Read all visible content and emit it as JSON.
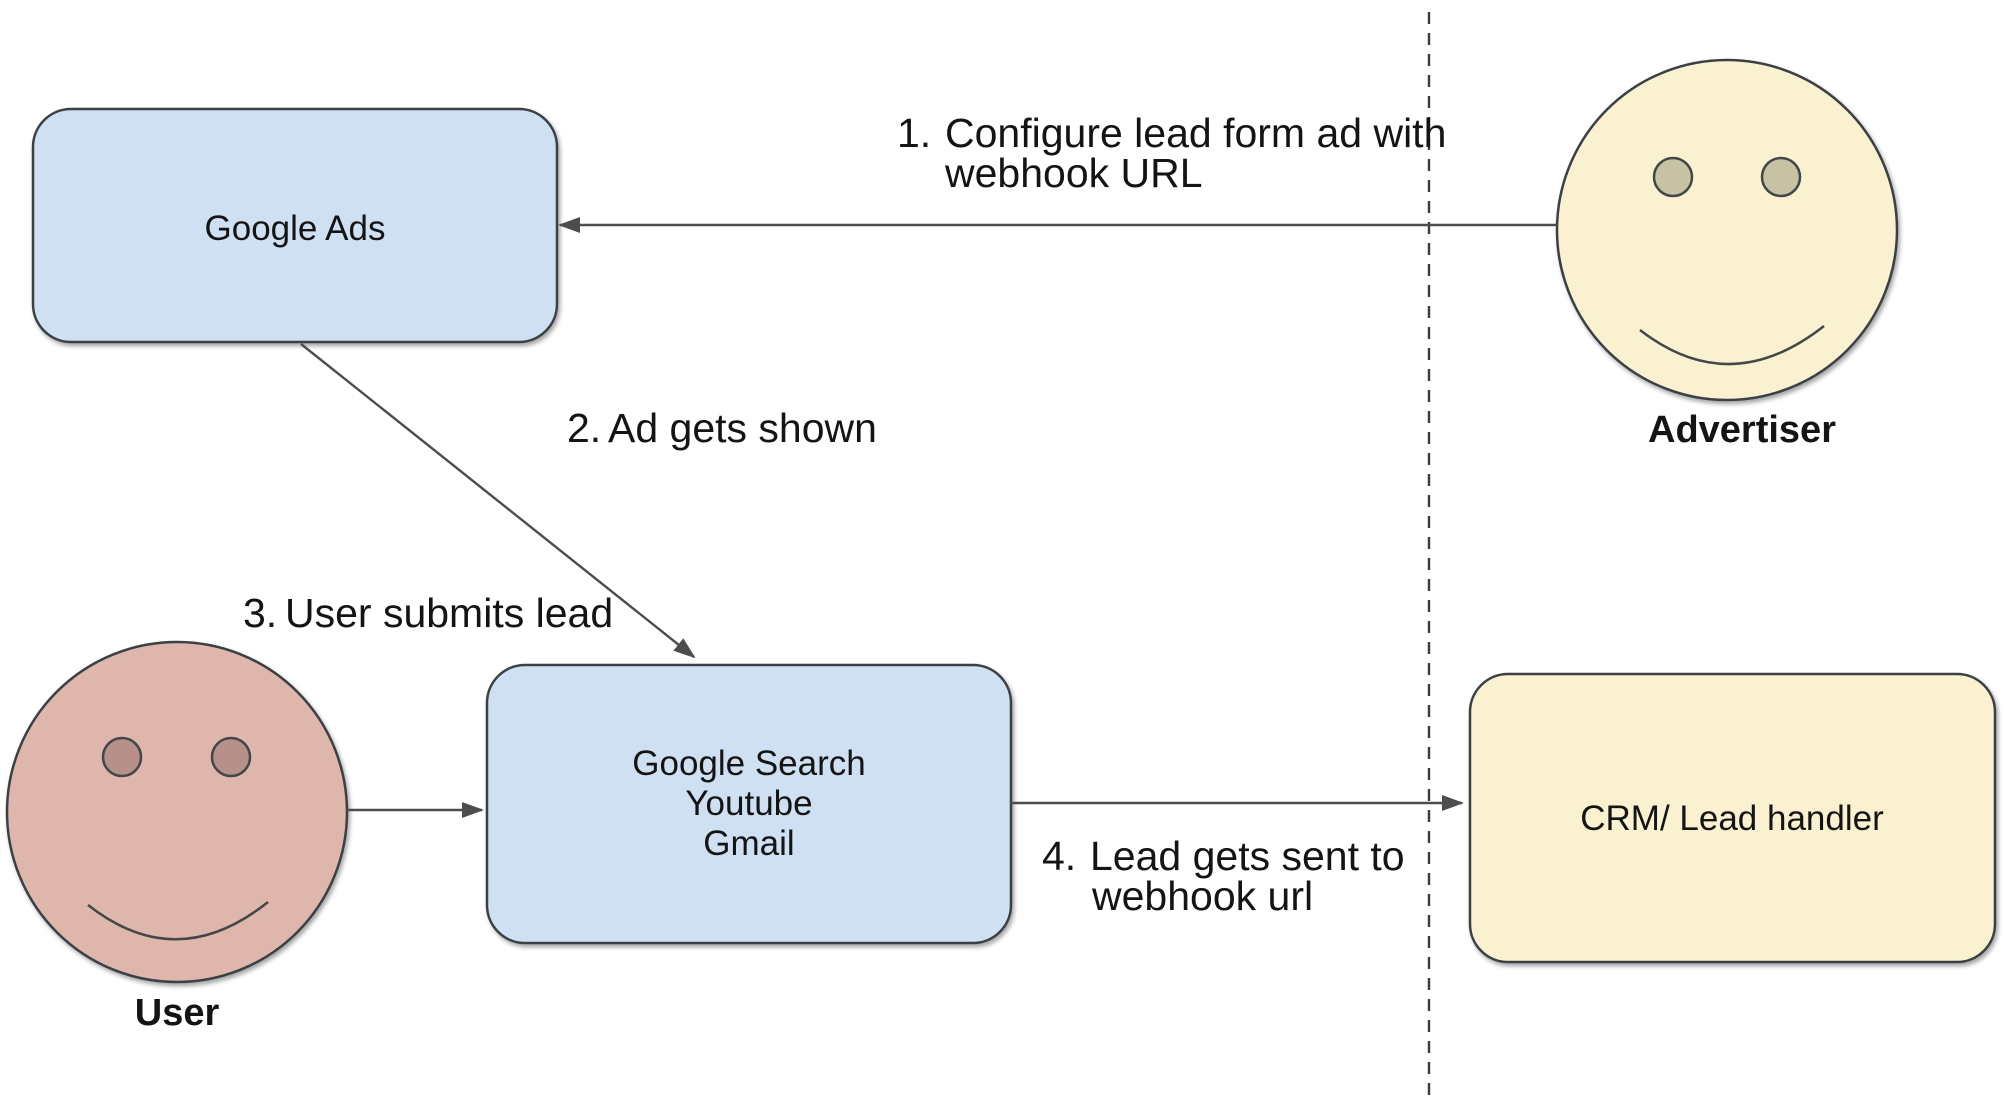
{
  "boxes": {
    "google_ads": {
      "label": "Google Ads",
      "fill": "#cfe0f2"
    },
    "google_surfaces": {
      "line1": "Google Search",
      "line2": "Youtube",
      "line3": "Gmail",
      "fill": "#cfe0f2"
    },
    "crm": {
      "label": "CRM/ Lead handler",
      "fill": "#faf1d1"
    }
  },
  "actors": {
    "advertiser": {
      "label": "Advertiser",
      "face_fill": "#faf1d1",
      "eye_fill": "#c8c2a4"
    },
    "user": {
      "label": "User",
      "face_fill": "#dfb6ab",
      "eye_fill": "#b8908a"
    }
  },
  "steps": {
    "step1": {
      "number": "1.",
      "line1": "Configure lead form ad with",
      "line2": "webhook URL"
    },
    "step2": {
      "number": "2.",
      "text": "Ad gets shown"
    },
    "step3": {
      "number": "3.",
      "text": "User submits lead"
    },
    "step4": {
      "number": "4.",
      "line1": "Lead gets sent to",
      "line2": "webhook url"
    }
  },
  "colors": {
    "process_box_fill": "#cfe0f2",
    "crm_box_fill": "#faf1d1",
    "advertiser_face": "#faf1d1",
    "user_face": "#dfb6ab",
    "outline": "#3b4045",
    "arrow": "#4d4d4d",
    "text": "#141414",
    "background": "#ffffff"
  }
}
